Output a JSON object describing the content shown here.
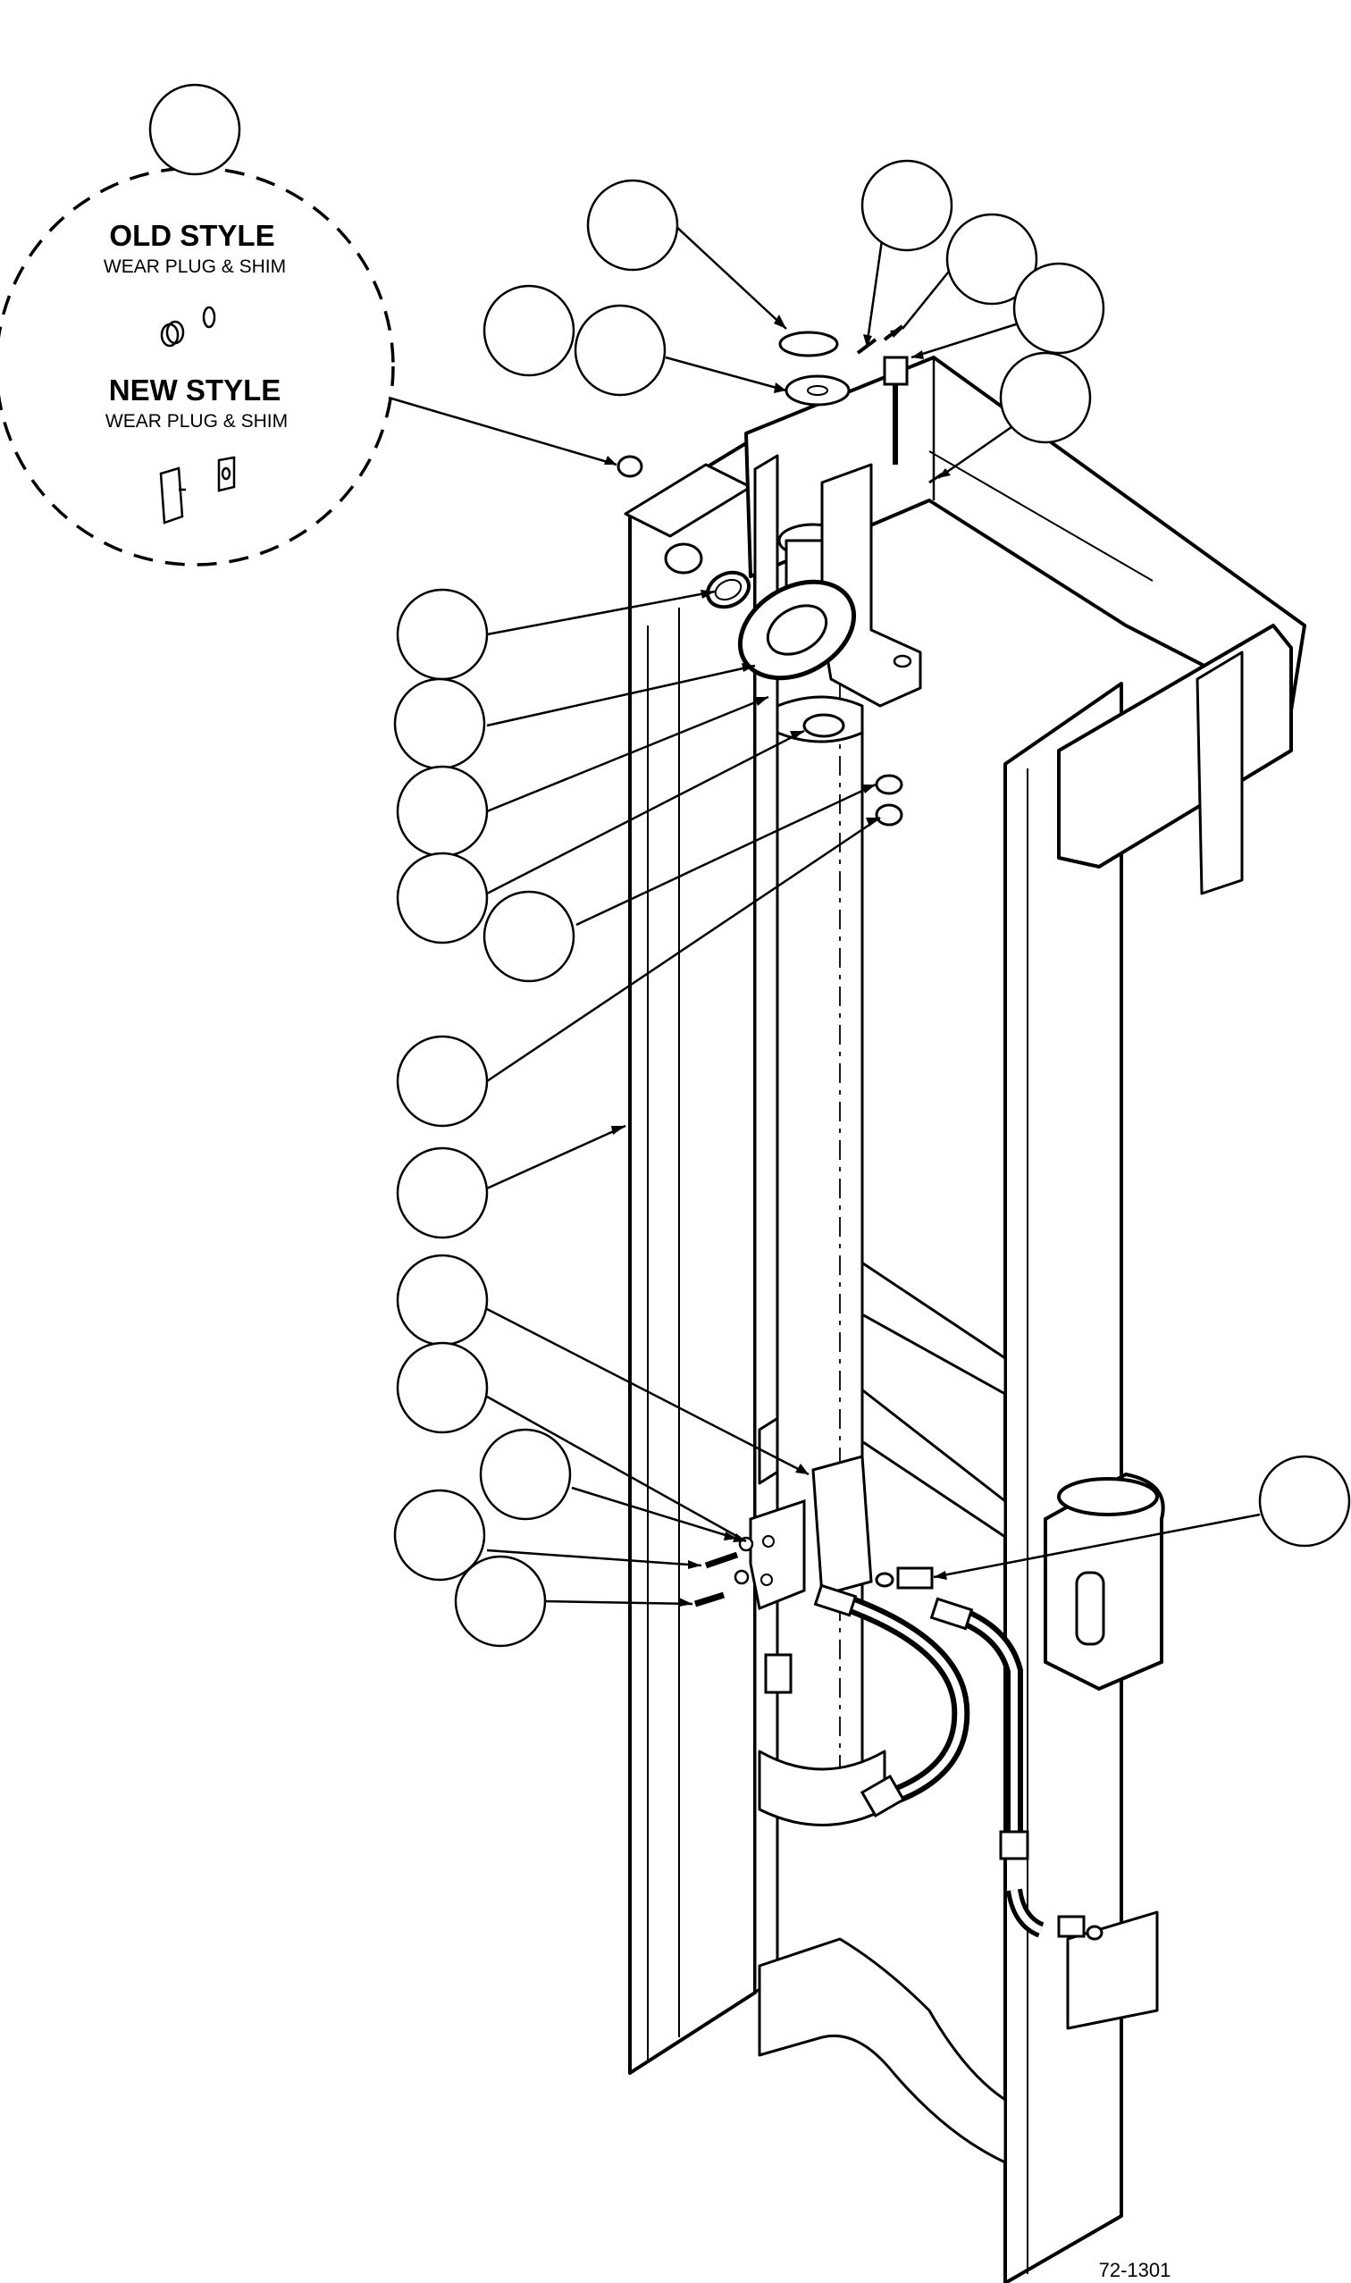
{
  "inset": {
    "old_style_title": "OLD STYLE",
    "old_style_sub": "WEAR PLUG & SHIM",
    "new_style_title": "NEW STYLE",
    "new_style_sub": "WEAR PLUG & SHIM"
  },
  "figure_code": "72-1301",
  "colors": {
    "line": "#000000",
    "background": "#ffffff"
  }
}
